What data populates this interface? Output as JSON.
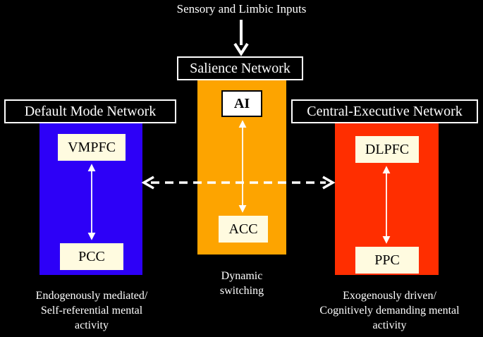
{
  "input_label": "Sensory and Limbic Inputs",
  "colors": {
    "background": "#000000",
    "default_mode": "#2d00f7",
    "salience": "#fda400",
    "central_executive": "#ff2e00",
    "node_fill": "#fffbe0",
    "arrow": "#ffffff"
  },
  "networks": {
    "default_mode": {
      "title": "Default Mode Network",
      "node_top": "VMPFC",
      "node_bottom": "PCC",
      "caption_line1": "Endogenously mediated/",
      "caption_line2": "Self-referential mental",
      "caption_line3": "activity"
    },
    "salience": {
      "title": "Salience Network",
      "node_top": "AI",
      "node_bottom": "ACC",
      "caption_line1": "Dynamic",
      "caption_line2": "switching"
    },
    "central_executive": {
      "title": "Central-Executive Network",
      "node_top": "DLPFC",
      "node_bottom": "PPC",
      "caption_line1": "Exogenously driven/",
      "caption_line2": "Cognitively demanding mental",
      "caption_line3": "activity"
    }
  }
}
